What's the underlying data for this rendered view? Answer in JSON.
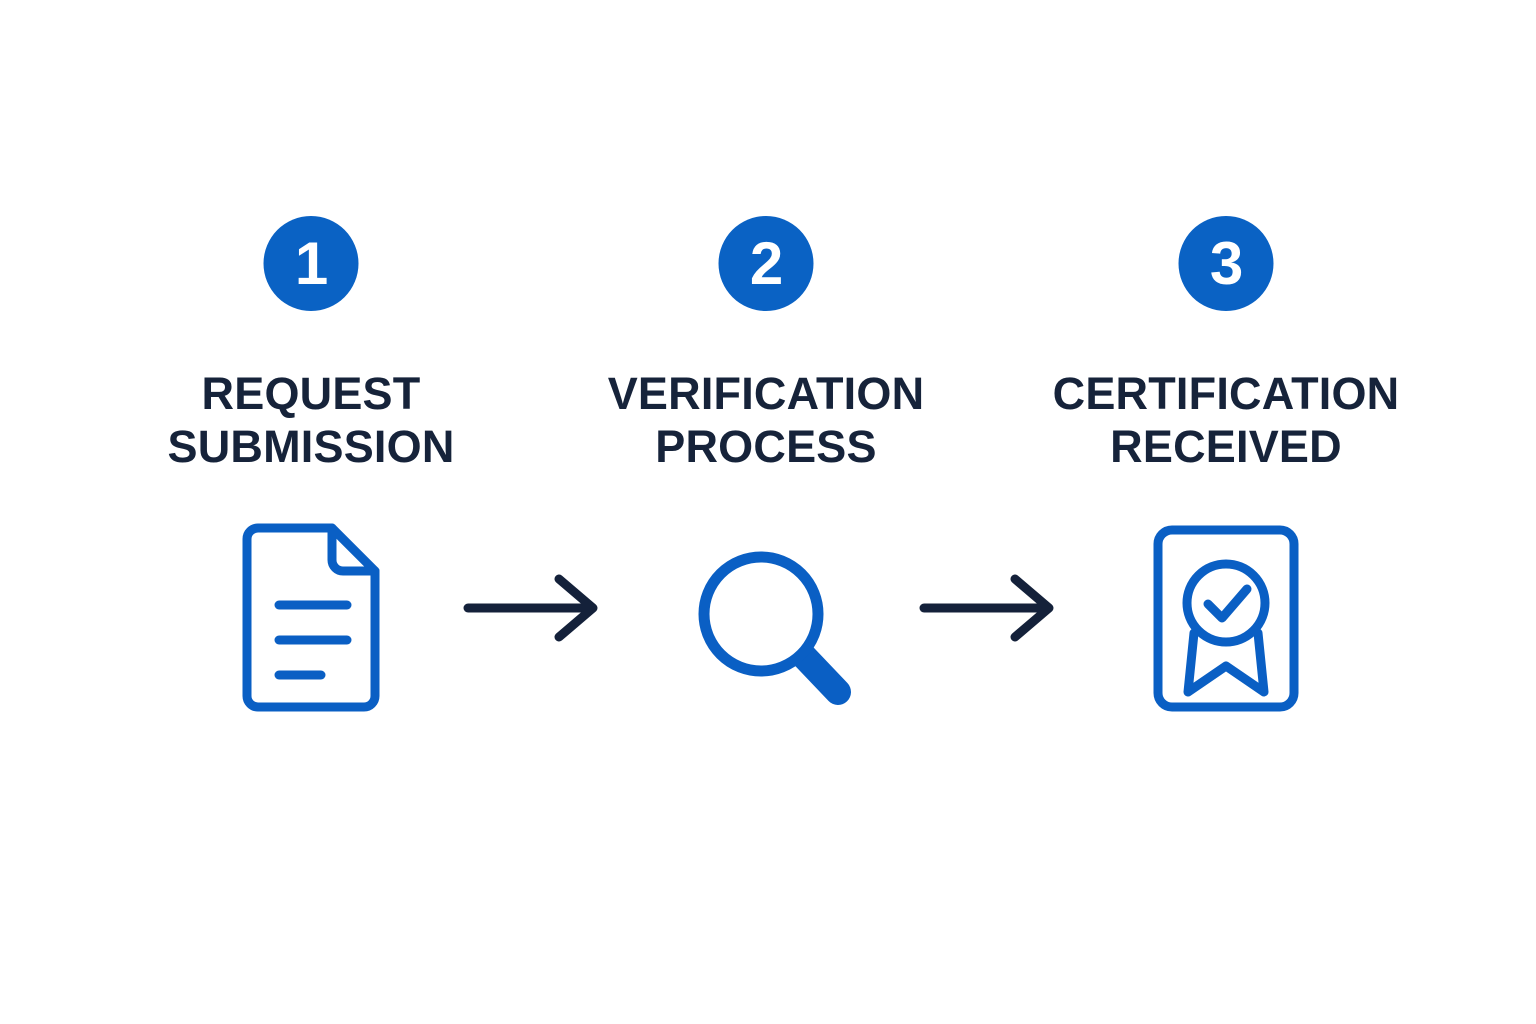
{
  "page": {
    "title": "Certification Process — 3 Steps",
    "background_color": "#ffffff"
  },
  "theme": {
    "accent_blue": "#0a62c4",
    "icon_blue": "#0a5fc4",
    "text_navy": "#16233a",
    "arrow_navy": "#14213a",
    "badge_text": "#ffffff"
  },
  "steps": [
    {
      "number": "1",
      "label_line1": "REQUEST",
      "label_line2": "SUBMISSION",
      "icon": "document-icon"
    },
    {
      "number": "2",
      "label_line1": "VERIFICATION",
      "label_line2": "PROCESS",
      "icon": "magnifying-glass-icon"
    },
    {
      "number": "3",
      "label_line1": "CERTIFICATION",
      "label_line2": "RECEIVED",
      "icon": "certificate-award-icon"
    }
  ],
  "connectors": [
    {
      "icon": "arrow-right-icon",
      "from": "1",
      "to": "2"
    },
    {
      "icon": "arrow-right-icon",
      "from": "2",
      "to": "3"
    }
  ]
}
